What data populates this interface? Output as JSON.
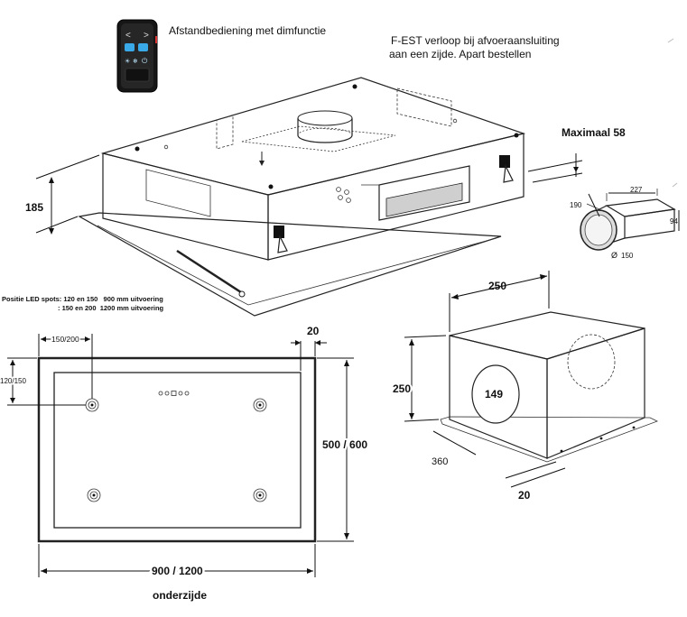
{
  "remote": {
    "caption": "Afstandbediening met dimfunctie",
    "symbols": [
      "<",
      ">",
      "☀",
      "❄",
      "⏻"
    ]
  },
  "fest_note": {
    "line1": "F-EST verloop bij afvoeraansluiting",
    "line2": "aan een zijde. Apart bestellen"
  },
  "max_label": "Maximaal 58",
  "height_label": "185",
  "adapter": {
    "length": "227",
    "width": "190",
    "height": "94",
    "diameter_symbol": "Ø",
    "diameter": "150"
  },
  "led_note": {
    "line1": "Positie LED spots: 120 en 150   900 mm uitvoering",
    "line2": ": 150 en 200  1200 mm uitvoering"
  },
  "bottom_view": {
    "top_offset": "150/200",
    "side_offset": "120/150",
    "border": "20",
    "depth": "500 / 600",
    "width": "900 / 1200",
    "caption": "onderzijde"
  },
  "box": {
    "top": "250",
    "left": "250",
    "hole": "149",
    "depth": "360",
    "flange": "20"
  }
}
